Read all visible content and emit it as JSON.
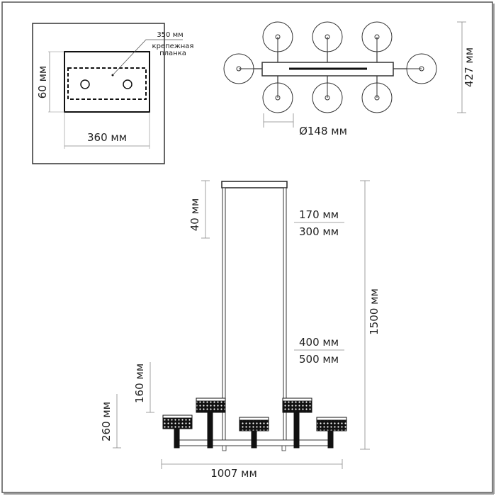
{
  "mount_plate": {
    "plate_width": "350 мм",
    "plate_label_line1": "крепежная",
    "plate_label_line2": "планка",
    "height": "60 мм",
    "width": "360 мм"
  },
  "top_view": {
    "height": "427 мм",
    "shade_diameter": "Ø148 мм"
  },
  "front_view": {
    "canopy_height": "40 мм",
    "upper_min": "170 мм",
    "upper_max": "300 мм",
    "lower_min": "400 мм",
    "lower_max": "500 мм",
    "total_height": "1500 мм",
    "inner_arm_height": "160 мм",
    "outer_arm_height": "260 мм",
    "total_width": "1007 мм"
  }
}
